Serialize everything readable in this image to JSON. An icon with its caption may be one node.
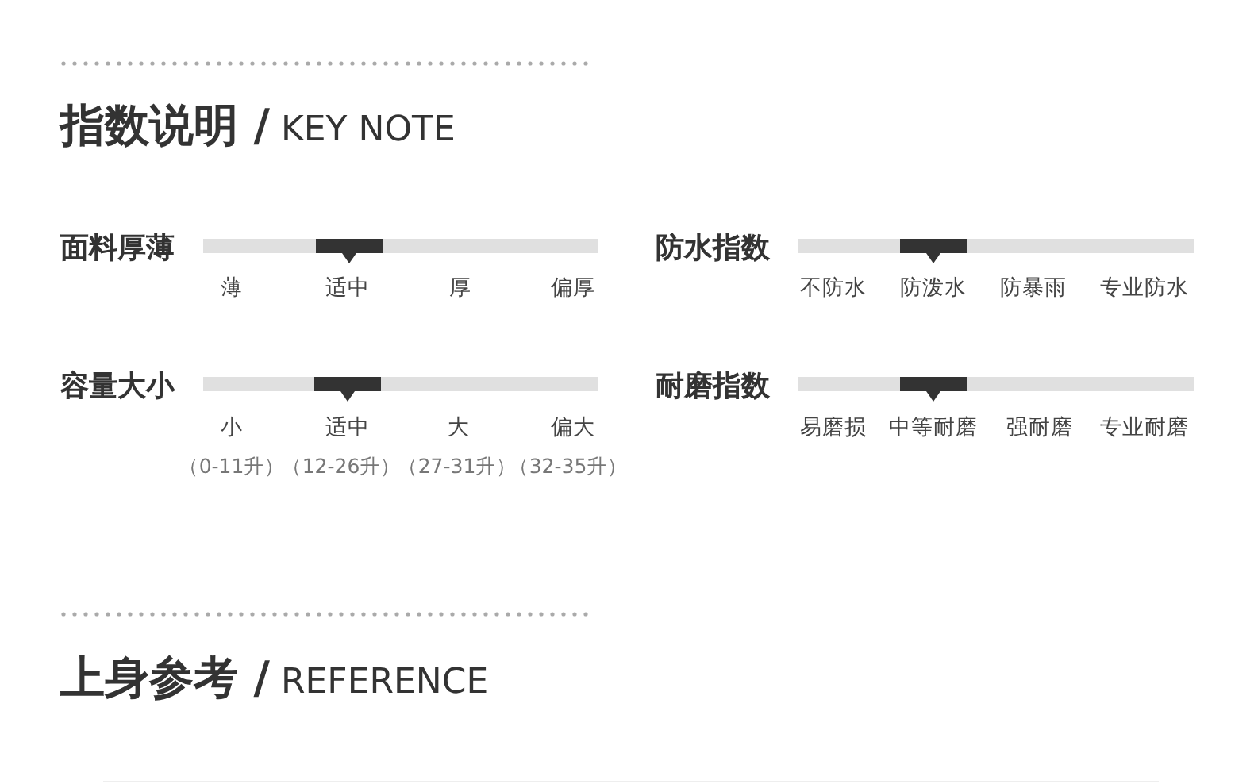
{
  "diagram": {
    "title": "**指数说明 /** KEY NOTE",
    "labels": [
      "面料厚薄",
      "防水指数",
      "薄",
      "适中",
      "厚",
      "偏厚",
      "不防水",
      "防泼水",
      "防暴雨",
      "专业防水",
      "容量大小",
      "耐磨指数",
      "小",
      "适中",
      "大",
      "偏大",
      "易磨损",
      "中等耐磨",
      "强耐磨",
      "专业耐磨",
      "（0-11升）",
      "（12-26升）",
      "（27-31升）",
      "（32-35升）",
      "**上身参考 /** REFERENCE"
    ]
  }
}
